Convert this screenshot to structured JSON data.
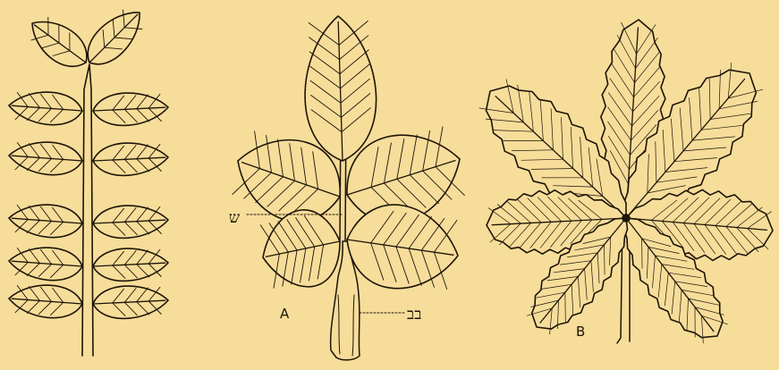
{
  "labels": {
    "a": "A",
    "b": "B",
    "shin": "ש",
    "bet_bet": "בב"
  },
  "figures": [
    {
      "id": "pinnate-compound-leaf"
    },
    {
      "id": "trifoliate-leaf-with-stipules"
    },
    {
      "id": "palmate-compound-leaf"
    }
  ],
  "colors": {
    "paper": "#f7dd9a",
    "ink": "#1c1408"
  }
}
